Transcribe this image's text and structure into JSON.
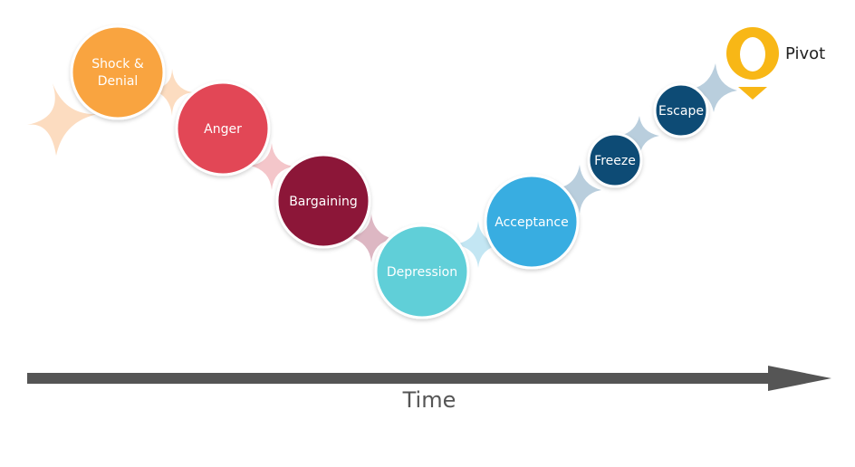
{
  "diagram": {
    "stages": [
      {
        "label_line1": "Shock &",
        "label_line2": "Denial",
        "color": "#F9A43F"
      },
      {
        "label": "Anger",
        "color": "#E24756"
      },
      {
        "label": "Bargaining",
        "color": "#8C1338"
      },
      {
        "label": "Depression",
        "color": "#60CFD8"
      },
      {
        "label": "Acceptance",
        "color": "#37ADE1"
      },
      {
        "label": "Freeze",
        "color": "#0F4C74"
      },
      {
        "label": "Escape",
        "color": "#0F4C74"
      }
    ],
    "connector_colors": {
      "start": "#FCDCC0",
      "shock_anger": "#FCDCC0",
      "anger_bargaining": "#F4C6CA",
      "bargaining_depression": "#DDB7C3",
      "depression_acceptance": "#C3E6F3",
      "acceptance_freeze": "#B9CEDD",
      "freeze_escape": "#B9CEDD",
      "escape_pivot": "#B9CEDD"
    },
    "pivot": {
      "label": "Pivot",
      "icon": "map-pin-icon",
      "color": "#F8B716"
    },
    "time_axis": {
      "label": "Time",
      "color": "#555555"
    }
  }
}
